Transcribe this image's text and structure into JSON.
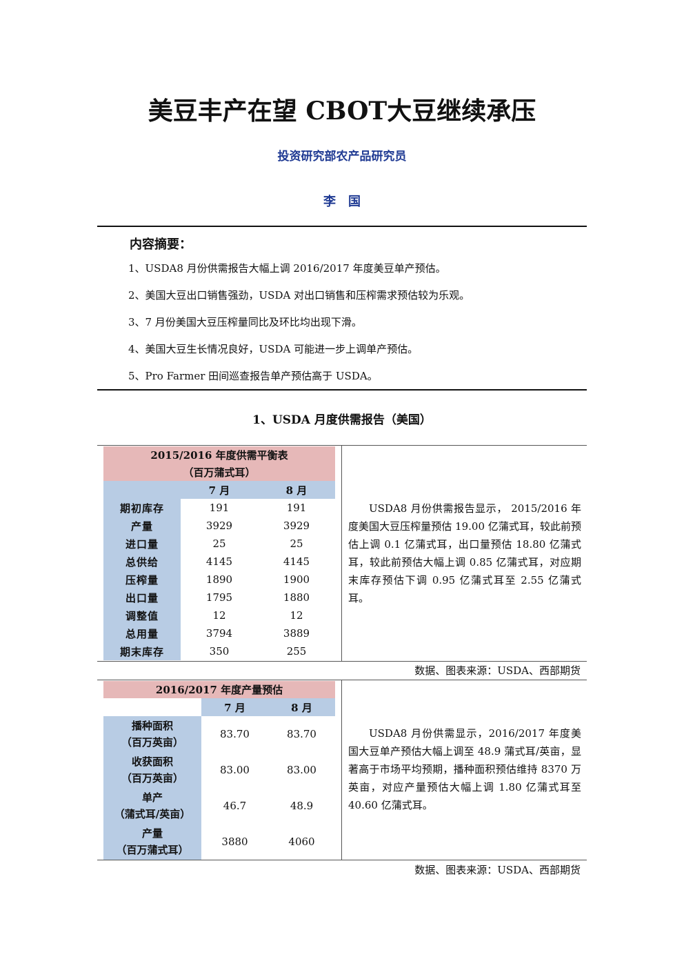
{
  "title": "美豆丰产在望 CBOT大豆继续承压",
  "department": "投资研究部农产品研究员",
  "author": "李国",
  "summary": {
    "heading": "内容摘要：",
    "items": [
      "1、USDA8 月份供需报告大幅上调 2016/2017 年度美豆单产预估。",
      "2、美国大豆出口销售强劲，USDA 对出口销售和压榨需求预估较为乐观。",
      "3、7 月份美国大豆压榨量同比及环比均出现下滑。",
      "4、美国大豆生长情况良好，USDA 可能进一步上调单产预估。",
      "5、Pro Farmer 田间巡查报告单产预估高于 USDA。"
    ]
  },
  "section1": {
    "title": "1、USDA 月度供需报告（美国）"
  },
  "table1": {
    "title_line1": "2015/2016 年度供需平衡表",
    "title_line2": "（百万蒲式耳）",
    "columns": [
      "7 月",
      "8 月"
    ],
    "rows": [
      {
        "label": "期初库存",
        "jul": "191",
        "aug": "191"
      },
      {
        "label": "产量",
        "jul": "3929",
        "aug": "3929"
      },
      {
        "label": "进口量",
        "jul": "25",
        "aug": "25"
      },
      {
        "label": "总供给",
        "jul": "4145",
        "aug": "4145"
      },
      {
        "label": "压榨量",
        "jul": "1890",
        "aug": "1900"
      },
      {
        "label": "出口量",
        "jul": "1795",
        "aug": "1880"
      },
      {
        "label": "调整值",
        "jul": "12",
        "aug": "12"
      },
      {
        "label": "总用量",
        "jul": "3794",
        "aug": "3889"
      },
      {
        "label": "期末库存",
        "jul": "350",
        "aug": "255"
      }
    ],
    "description": "USDA8 月份供需报告显示， 2015/2016 年度美国大豆压榨量预估 19.00 亿蒲式耳，较此前预估上调 0.1 亿蒲式耳，出口量预估 18.80 亿蒲式耳，较此前预估大幅上调 0.85 亿蒲式耳，对应期末库存预估下调 0.95 亿蒲式耳至 2.55 亿蒲式耳。",
    "source": "数据、图表来源：USDA、西部期货"
  },
  "table2": {
    "title": "2016/2017 年度产量预估",
    "columns": [
      "7 月",
      "8 月"
    ],
    "rows": [
      {
        "label_line1": "播种面积",
        "label_line2": "（百万英亩）",
        "jul": "83.70",
        "aug": "83.70"
      },
      {
        "label_line1": "收获面积",
        "label_line2": "（百万英亩）",
        "jul": "83.00",
        "aug": "83.00"
      },
      {
        "label_line1": "单产",
        "label_line2": "（蒲式耳/英亩）",
        "jul": "46.7",
        "aug": "48.9"
      },
      {
        "label_line1": "产量",
        "label_line2": "（百万蒲式耳）",
        "jul": "3880",
        "aug": "4060"
      }
    ],
    "description": "USDA8 月份供需显示，2016/2017 年度美国大豆单产预估大幅上调至 48.9 蒲式耳/英亩，显著高于市场平均预期，播种面积预估维持 8370 万英亩，对应产量预估大幅上调 1.80 亿蒲式耳至 40.60 亿蒲式耳。",
    "source": "数据、图表来源：USDA、西部期货"
  }
}
